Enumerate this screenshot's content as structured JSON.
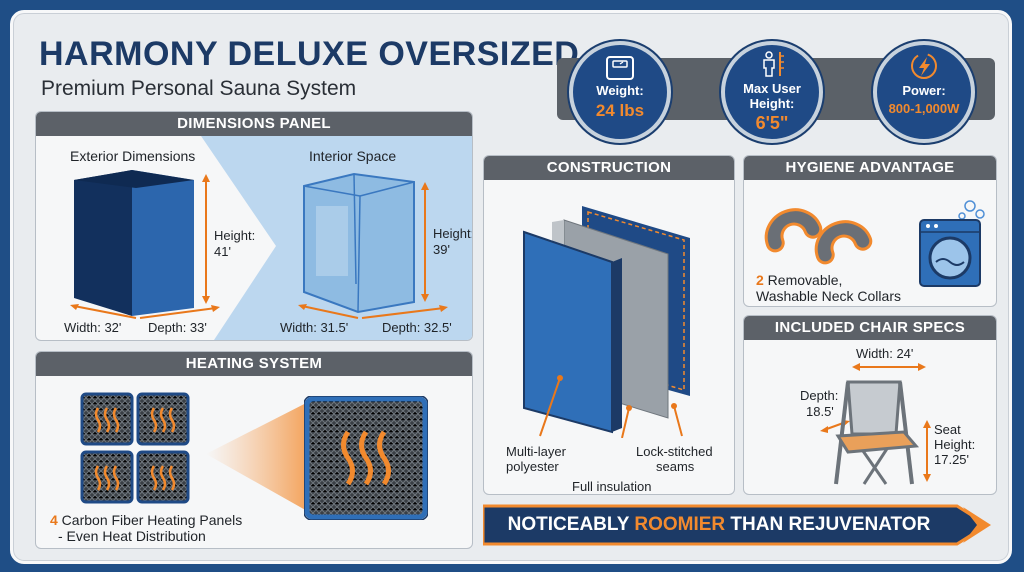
{
  "header": {
    "title": "HARMONY DELUXE OVERSIZED",
    "subtitle": "Premium Personal Sauna System"
  },
  "stats": [
    {
      "label": "Weight:",
      "value": "24 lbs",
      "icon": "scale-icon"
    },
    {
      "label_line1": "Max User",
      "label_line2": "Height:",
      "value": "6'5\"",
      "icon": "person-height-icon"
    },
    {
      "label": "Power:",
      "value": "800-1,000W",
      "icon": "lightning-icon"
    }
  ],
  "dimensions": {
    "header": "DIMENSIONS PANEL",
    "exterior": {
      "title": "Exterior Dimensions",
      "height_label": "Height:",
      "height_value": "41'",
      "width": "Width: 32'",
      "depth": "Depth: 33'"
    },
    "interior": {
      "title": "Interior Space",
      "height_label": "Height:",
      "height_value": "39'",
      "width": "Width: 31.5'",
      "depth": "Depth: 32.5'"
    }
  },
  "heating": {
    "header": "HEATING SYSTEM",
    "count": "4",
    "line1": " Carbon Fiber Heating Panels",
    "line2": "- Even Heat Distribution"
  },
  "construction": {
    "header": "CONSTRUCTION",
    "label_polyester_1": "Multi-layer",
    "label_polyester_2": "polyester",
    "label_insulation": "Full insulation",
    "label_seams_1": "Lock-stitched",
    "label_seams_2": "seams"
  },
  "hygiene": {
    "header": "HYGIENE ADVANTAGE",
    "count": "2",
    "line1": " Removable,",
    "line2": "Washable Neck Collars"
  },
  "chair": {
    "header": "INCLUDED CHAIR SPECS",
    "width": "Width: 24'",
    "depth_label": "Depth:",
    "depth_value": "18.5'",
    "seat_label_1": "Seat",
    "seat_label_2": "Height:",
    "seat_value": "17.25'"
  },
  "banner": {
    "part1": "NOTICEABLY ",
    "highlight": "ROOMIER",
    "part2": " THAN REJUVENATOR"
  },
  "colors": {
    "navy": "#1c3a66",
    "blue": "#2f6fb8",
    "orange": "#f28a2e",
    "panel_header": "#5c6168"
  }
}
